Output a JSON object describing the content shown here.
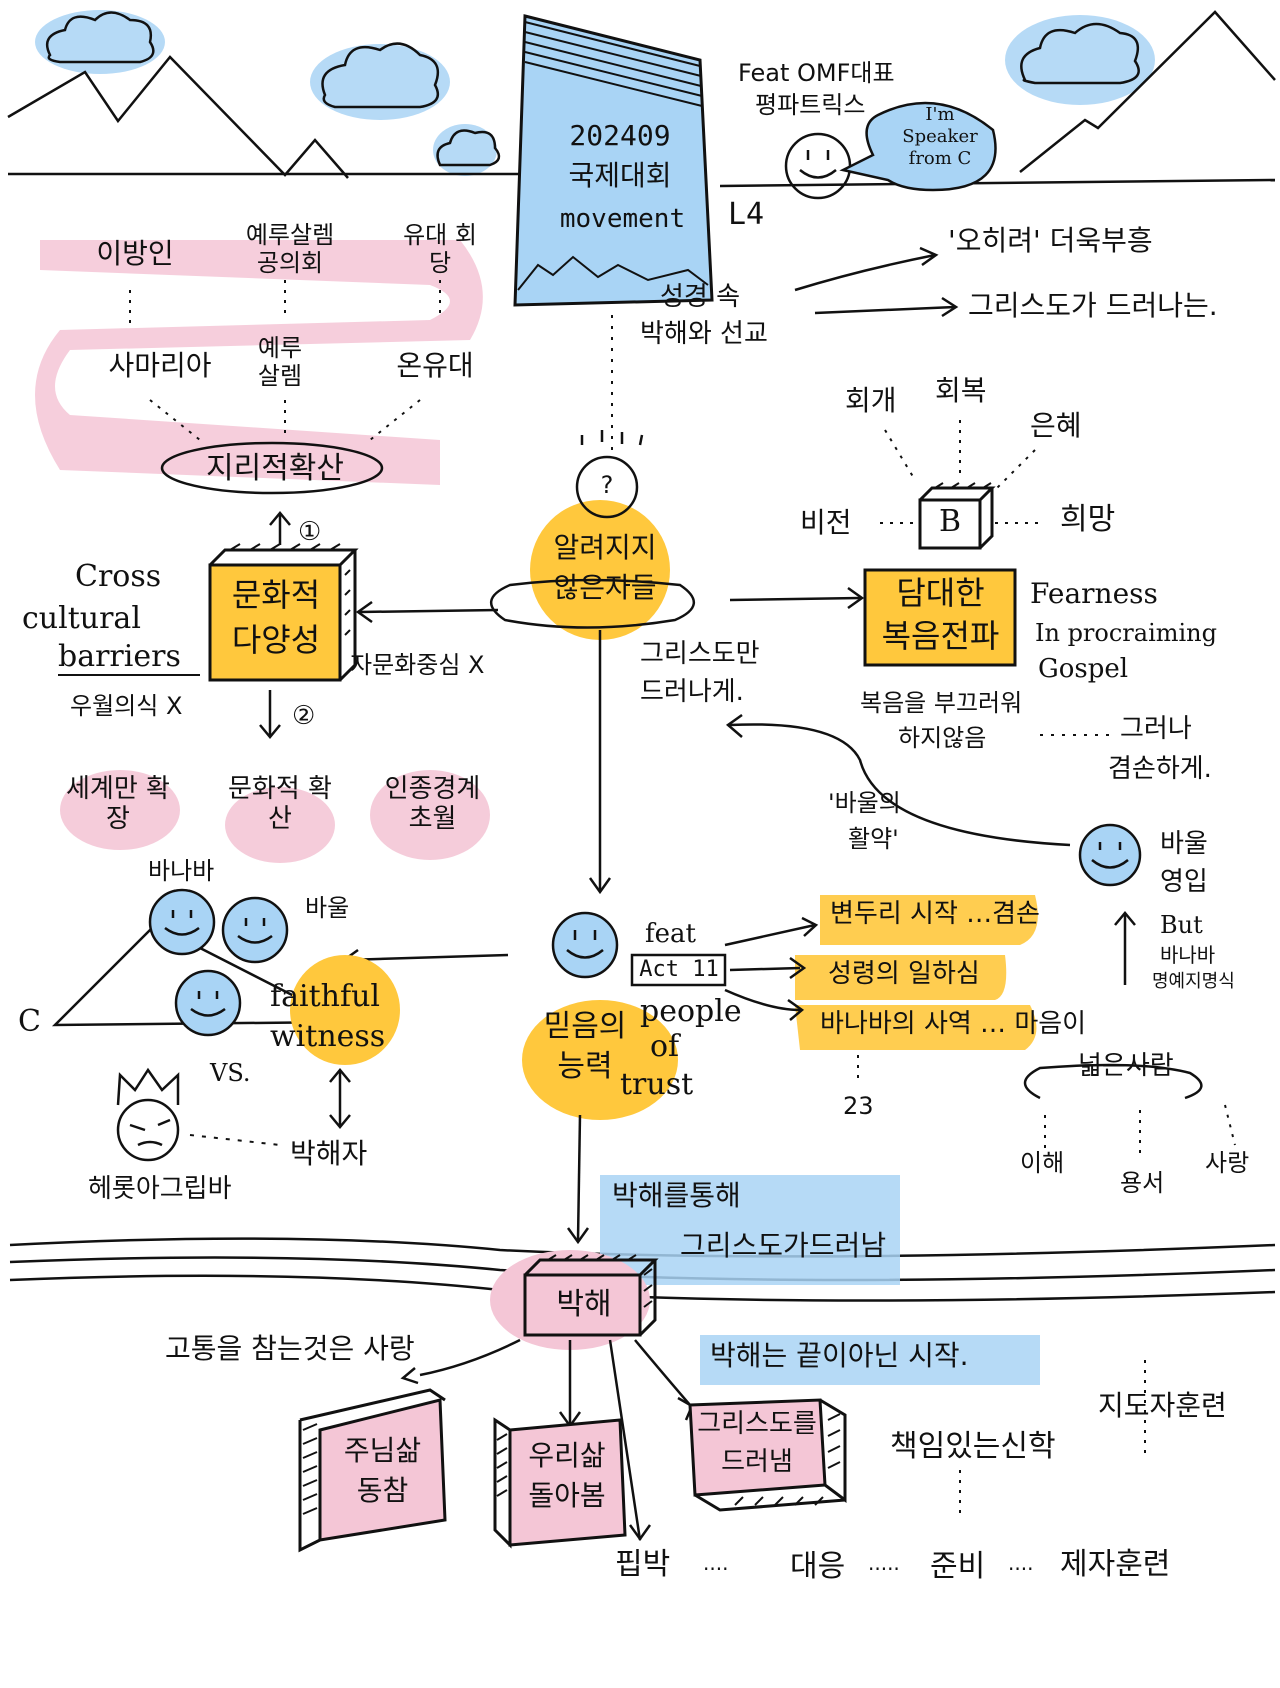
{
  "colors": {
    "sky_blue": "#a9d4f5",
    "pink": "#f4c6d6",
    "yellow": "#ffc83d",
    "ink": "#111111"
  },
  "banner": {
    "date": "202409",
    "title": "국제대회",
    "subtitle": "movement"
  },
  "speaker": {
    "feat": "Feat OMF대표",
    "name": "평파트릭스",
    "bubble": [
      "I'm",
      "Speaker",
      "from C"
    ],
    "label": "L4"
  },
  "center": {
    "face": "?",
    "title_line1": "알려지지",
    "title_line2": "않은자들",
    "note_line1": "그리스도만",
    "note_line2": "드러나게."
  },
  "top_center": {
    "text_line1": "성경 속",
    "text_line2": "박해와 선교",
    "out1": "'오히려' 더욱부흥",
    "out2": "그리스도가 드러나는."
  },
  "geo": {
    "top_row": [
      "이방인",
      "예루살렘 공의회",
      "유대 회당"
    ],
    "mid_row": [
      "사마리아",
      "예루 살렘",
      "온유대"
    ],
    "label": "지리적확산",
    "num": "①"
  },
  "culture": {
    "box_line1": "문화적",
    "box_line2": "다양성",
    "english": [
      "Cross",
      "cultural",
      "barriers"
    ],
    "no_superiority": "우월의식 X",
    "no_self_center": "자문화중심 X",
    "num": "②",
    "results": [
      "세계만 확장",
      "문화적 확산",
      "인종경계 초월"
    ]
  },
  "bold": {
    "box_line1": "담대한",
    "box_line2": "복음전파",
    "english": [
      "Fearness",
      "In procraiming",
      "Gospel"
    ],
    "note_line1": "복음을 부끄러워",
    "note_line2": "하지않음",
    "but_line1": "그러나",
    "but_line2": "겸손하게.",
    "cube_letter": "B",
    "words": [
      "회개",
      "회복",
      "은혜",
      "비전",
      "희망"
    ]
  },
  "paul": {
    "name_line1": "바울",
    "name_line2": "영입",
    "quote_line1": "'바울의",
    "quote_line2": "활약'",
    "but": [
      "But",
      "바나바",
      "명예지명식"
    ]
  },
  "faith": {
    "title_line1": "믿음의",
    "title_line2": "능력",
    "people_line1": "people",
    "people_line2": "of",
    "people_line3": "trust",
    "feat": "feat",
    "act": "Act 11",
    "points": [
      "변두리 시작 …겸손",
      "성령의 일하심",
      "바나바의 사역 … 마음이"
    ],
    "wide_person": "넓은사람",
    "v23": "23",
    "traits": [
      "이해",
      "용서",
      "사랑"
    ]
  },
  "witness": {
    "barnabas": "바나바",
    "paul": "바울",
    "c": "C",
    "english_line1": "faithful",
    "english_line2": "witness",
    "vs": "VS.",
    "persecutor": "박해자",
    "king": "헤롯아그립바"
  },
  "persecution": {
    "label": "박해",
    "through_line1": "박해를통해",
    "through_line2": "그리스도가드러남",
    "love": "고통을 참는것은 사랑",
    "not_end": "박해는 끝이아닌 시작.",
    "boxes": [
      {
        "line1": "주님삶",
        "line2": "동참"
      },
      {
        "line1": "우리삶",
        "line2": "돌아봄"
      },
      {
        "line1": "그리스도를",
        "line2": "드러냄"
      }
    ],
    "chain": [
      "핍박",
      "대응",
      "준비",
      "제자훈련"
    ],
    "theology": "책임있는신학",
    "leader": "지도자훈련"
  }
}
